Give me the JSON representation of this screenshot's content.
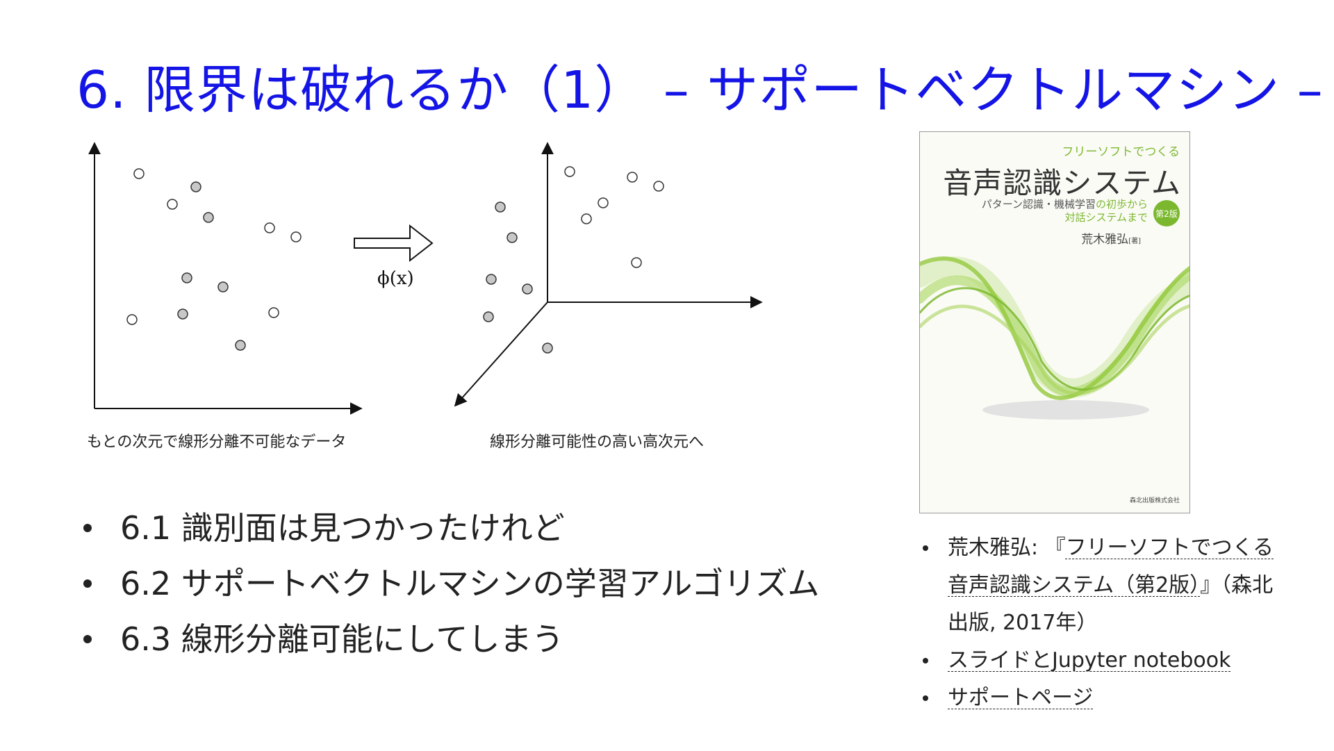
{
  "slide": {
    "title": "6. 限界は破れるか（1） – サポートベクトルマシン –"
  },
  "diagram": {
    "phi_label": "ϕ(x)",
    "left_caption": "もとの次元で線形分離不可能なデータ",
    "right_caption": "線形分離可能性の高い高次元へ"
  },
  "toc": {
    "items": [
      "6.1 識別面は見つかったけれど",
      "6.2 サポートベクトルマシンの学習アルゴリズム",
      "6.3 線形分離可能にしてしまう"
    ]
  },
  "book": {
    "top": "フリーソフトでつくる",
    "main": "音声認識システム",
    "sub1": "パターン認識・機械学習",
    "sub1_accent": "の初歩から",
    "sub2": "対話システムまで",
    "edition": "第2版",
    "author": "荒木雅弘",
    "author_role": "[著]",
    "publisher": "森北出版株式会社"
  },
  "refs": {
    "ref1_author": "荒木雅弘: 『",
    "ref1_title_line1": "フリーソフトでつくる",
    "ref1_title_line2": "音声認識システム（第2版）",
    "ref1_tail": "』（森北",
    "ref1_line3": "出版, 2017年）",
    "ref2": "スライドとJupyter notebook",
    "ref3": "サポートページ"
  },
  "colors": {
    "title": "#1414e6",
    "book_accent": "#7cb82f"
  }
}
